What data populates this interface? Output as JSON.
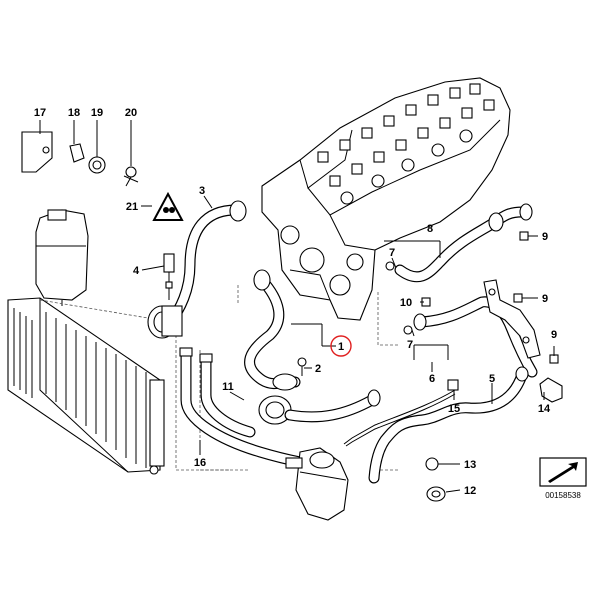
{
  "callouts": {
    "c1": "1",
    "c2": "2",
    "c3": "3",
    "c4": "4",
    "c5": "5",
    "c6": "6",
    "c7a": "7",
    "c7b": "7",
    "c8": "8",
    "c9a": "9",
    "c9b": "9",
    "c9c": "9",
    "c10": "10",
    "c11": "11",
    "c12": "12",
    "c13": "13",
    "c14": "14",
    "c15": "15",
    "c16": "16",
    "c17": "17",
    "c18": "18",
    "c19": "19",
    "c20": "20",
    "c21": "21"
  },
  "highlight": {
    "number": "1",
    "color": "#e02020"
  },
  "reference_number": "00158538",
  "icons": {
    "warning": "warning-triangle-icon",
    "nav": "arrow-next-icon"
  }
}
